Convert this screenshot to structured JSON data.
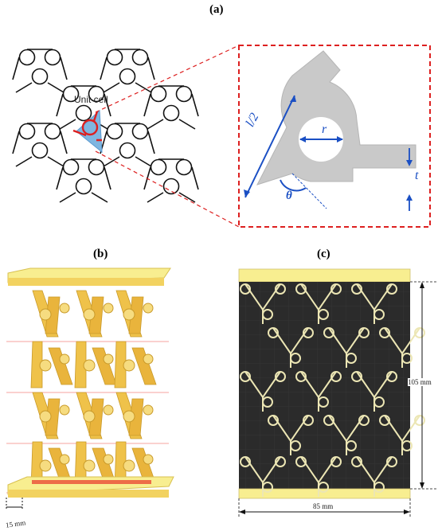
{
  "panels": {
    "a": "(a)",
    "b": "(b)",
    "c": "(c)"
  },
  "panel_a": {
    "unit_cell_label": "Unit cell",
    "symbols": {
      "half_length": "l/2",
      "radius": "r",
      "thickness": "t",
      "angle": "θ"
    }
  },
  "panel_b": {
    "width_dimension": "15 mm"
  },
  "panel_c": {
    "height_dimension": "105 mm",
    "width_dimension": "85 mm"
  },
  "colors": {
    "accent_red": "#dd2020",
    "dimension_blue": "#1a4fc4",
    "cell_blue": "#7fb6e0",
    "shape_gray": "#c9c9c9",
    "structure_yellow": "#efc24a",
    "plate_yellow": "#f8ee90",
    "mesh_dark": "#2b2b2b",
    "pattern_cream": "#ece6b4"
  }
}
